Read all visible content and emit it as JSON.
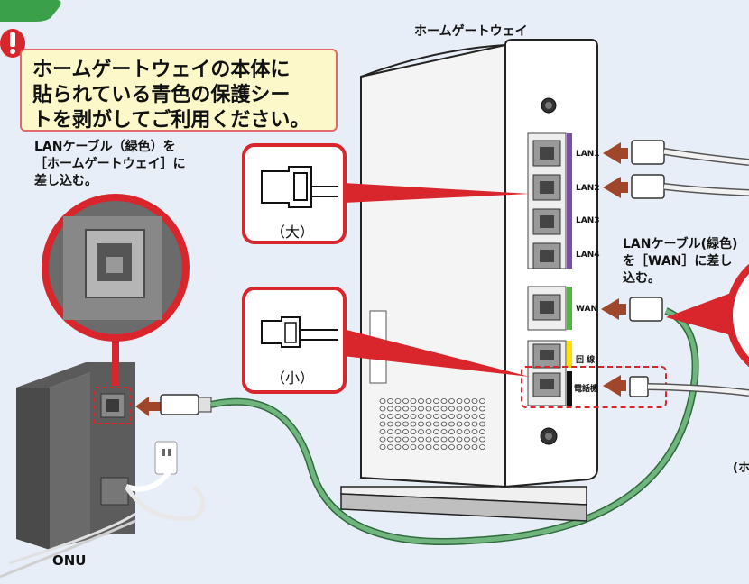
{
  "title": "ホームゲートウェイ",
  "warning": {
    "icon": "exclamation-icon",
    "lines": [
      "ホームゲートウェイの本体に",
      "貼られている青色の保護シー",
      "トを剥がしてご利用ください。"
    ]
  },
  "onu_label": "ONU",
  "lan_instruction": [
    "LANケーブル（緑色）を",
    "［ホームゲートウェイ］に",
    "差し込む。"
  ],
  "wan_instruction": [
    "LANケーブル(緑色)",
    "を［WAN］に差し",
    "込む。"
  ],
  "connector_large": "（大）",
  "connector_small": "（小）",
  "ports": {
    "lan1": "LAN1",
    "lan2": "LAN2",
    "lan3": "LAN3",
    "lan4": "LAN4",
    "wan": "WAN",
    "line": "回 線",
    "phone": "電話機"
  },
  "partial_text": "(ホ",
  "colors": {
    "background": "#e8eef7",
    "highlight_red": "#d9262c",
    "lan_purple": "#7b4fa3",
    "wan_green": "#58b24a",
    "line_yellow": "#ffe000",
    "cable_green": "#6fb57d",
    "arrow_brown": "#a0472b"
  }
}
